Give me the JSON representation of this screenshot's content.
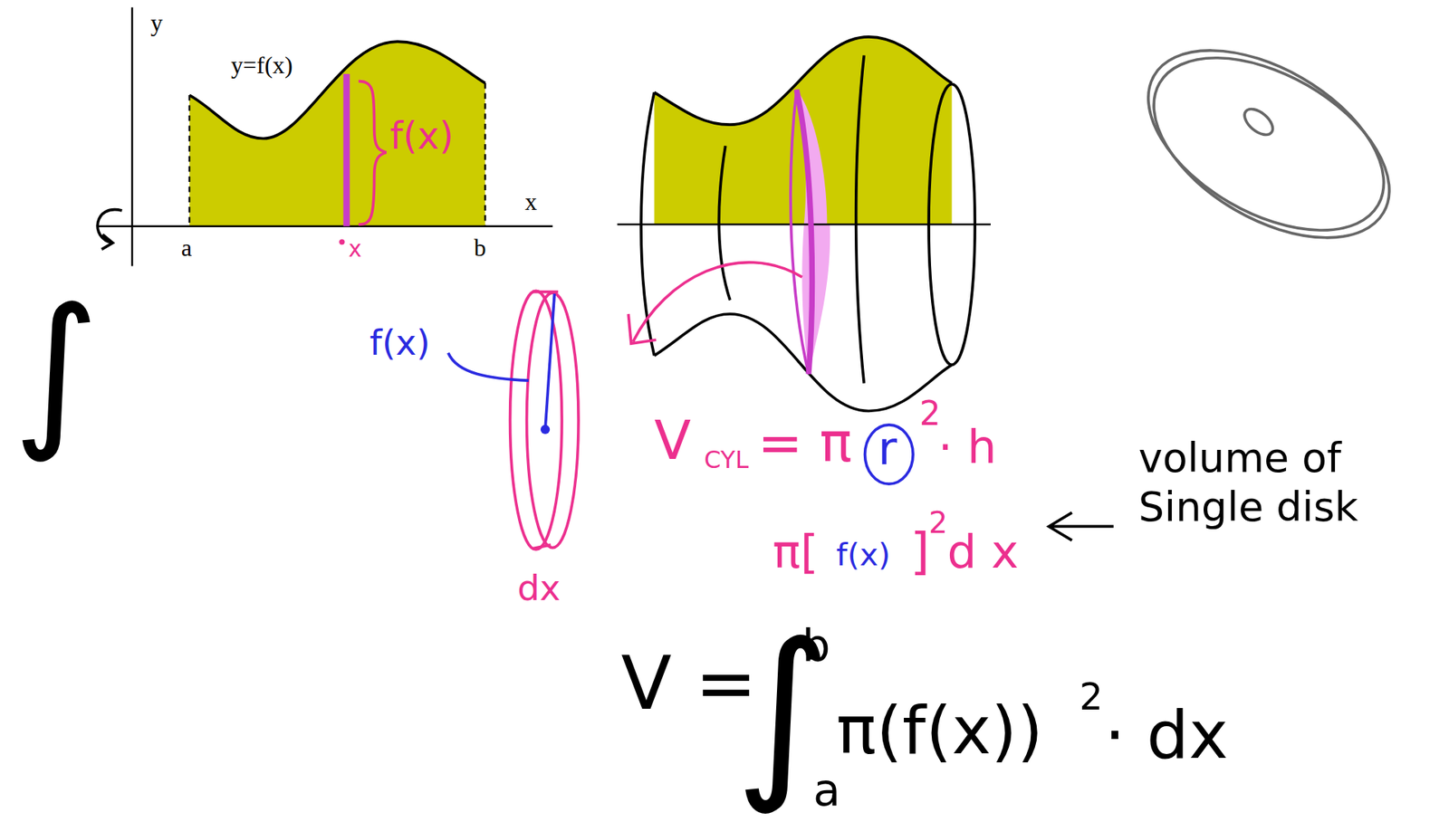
{
  "diagram": {
    "labels": [
      "y",
      "y=f(x)",
      "f(x)",
      "x",
      "a",
      "x",
      "b",
      "f(x)",
      "dx",
      "V",
      "CYL",
      "= π",
      "r",
      "2",
      "· h",
      "π[",
      "f(x)",
      "]",
      "2",
      "d x",
      "volume of Single disk",
      "∫",
      "V =",
      "∫",
      "b",
      "a",
      "π(f(x))",
      "2",
      "· dx"
    ]
  }
}
